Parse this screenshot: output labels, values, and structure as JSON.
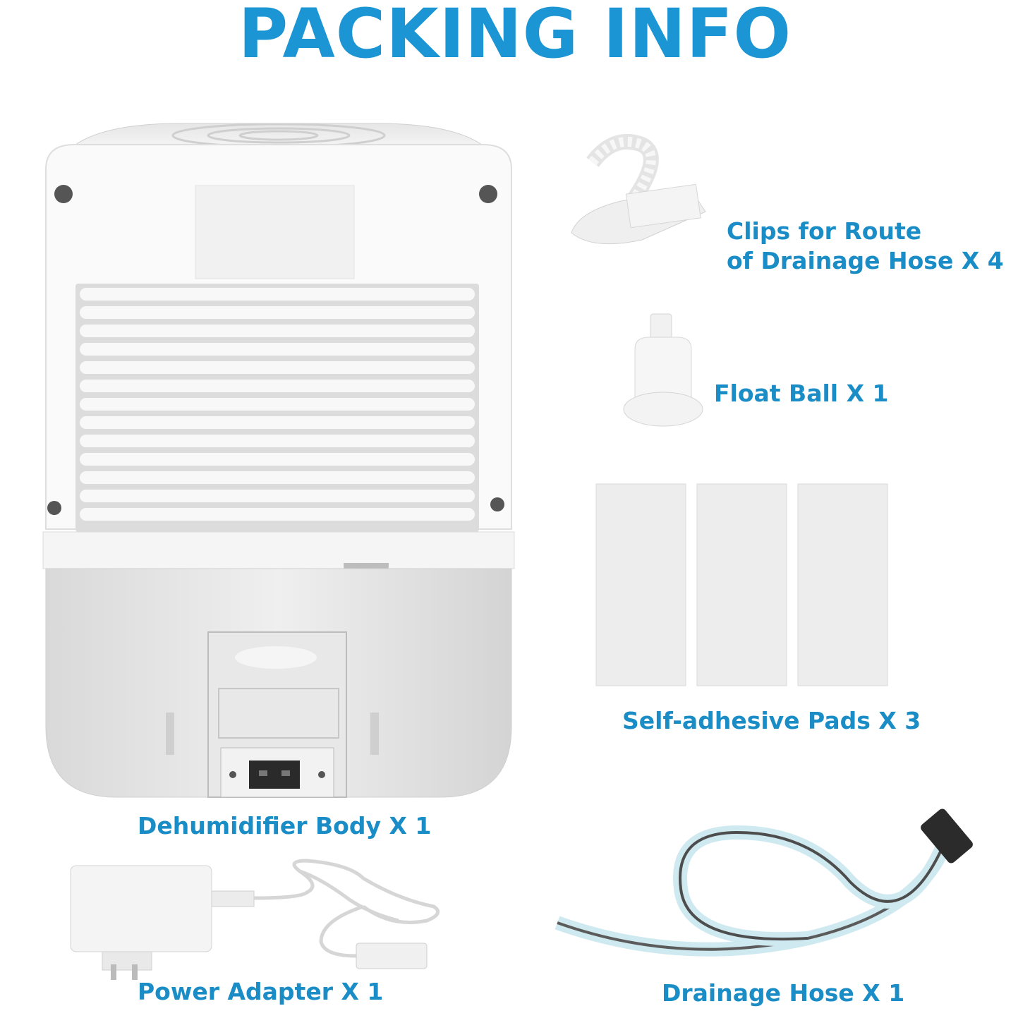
{
  "title": "PACKING INFO",
  "accent_color": "#1b95d3",
  "items": [
    {
      "label_line1": "Clips for Route",
      "label_line2": "of Drainage Hose X 4"
    },
    {
      "label": "Float Ball X 1"
    },
    {
      "label": "Self-adhesive Pads X 3"
    },
    {
      "label": "Dehumidifier Body X 1"
    },
    {
      "label": "Power Adapter X 1"
    },
    {
      "label": "Drainage Hose X 1"
    }
  ]
}
